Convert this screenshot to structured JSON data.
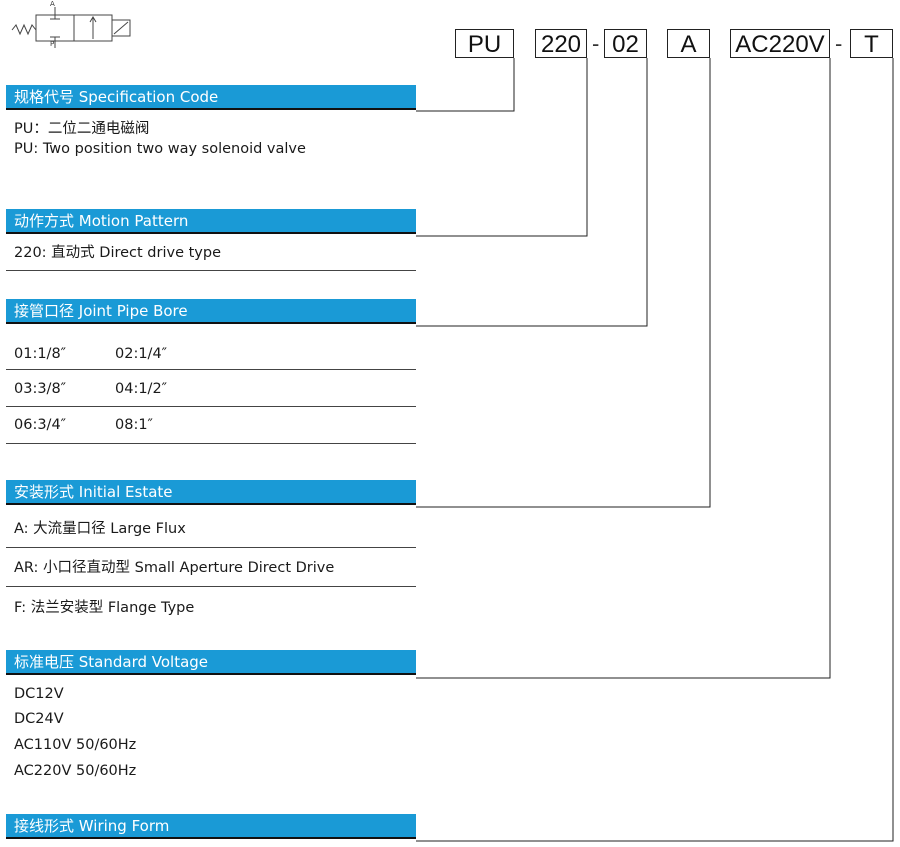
{
  "model_code": {
    "parts": [
      "PU",
      "220",
      "02",
      "A",
      "AC220V",
      "T"
    ],
    "separator": "-"
  },
  "symbol": {
    "port_a": "A",
    "port_p": "P",
    "icon": "valve-symbol-icon"
  },
  "sections": {
    "spec": {
      "title": "规格代号 Specification Code",
      "lines": [
        "PU：二位二通电磁阀",
        "PU:  Two position two way solenoid valve"
      ]
    },
    "motion": {
      "title": "动作方式 Motion Pattern",
      "items": [
        "220: 直动式 Direct drive type"
      ]
    },
    "bore": {
      "title": "接管口径 Joint Pipe Bore",
      "rows": [
        [
          "01:1/8″",
          "02:1/4″"
        ],
        [
          "03:3/8″",
          "04:1/2″"
        ],
        [
          "06:3/4″",
          "08:1″"
        ]
      ]
    },
    "initial": {
      "title": "安装形式 Initial Estate",
      "items": [
        "A: 大流量口径 Large Flux",
        "AR: 小口径直动型 Small Aperture Direct Drive",
        "F: 法兰安装型 Flange Type"
      ]
    },
    "voltage": {
      "title": "标准电压 Standard Voltage",
      "items": [
        "DC12V",
        "DC24V",
        "AC110V  50/60Hz",
        "AC220V  50/60Hz"
      ]
    },
    "wiring": {
      "title": "接线形式 Wiring Form"
    }
  }
}
